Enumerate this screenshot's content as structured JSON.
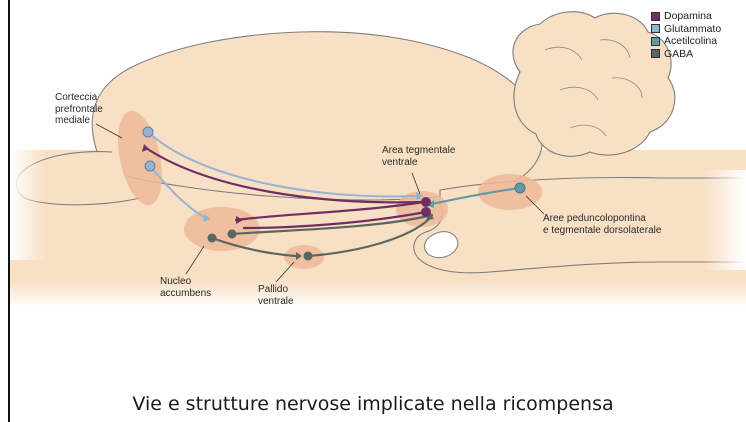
{
  "colors": {
    "background_tissue": "#f8e0c4",
    "region_highlight": "#eeb899",
    "brain_outline": "#7a7a7a",
    "dopamina": "#6f2f63",
    "glutammato": "#96b3d2",
    "acetilcolina": "#5f9ba6",
    "gaba": "#5a6662"
  },
  "legend": [
    {
      "label": "Dopamina",
      "color": "#6f2f63",
      "icon": "square-swatch"
    },
    {
      "label": "Glutammato",
      "color": "#96b3d2",
      "icon": "square-swatch"
    },
    {
      "label": "Acetilcolina",
      "color": "#5f9ba6",
      "icon": "square-swatch"
    },
    {
      "label": "GABA",
      "color": "#5a6662",
      "icon": "square-swatch"
    }
  ],
  "labels": {
    "prefrontal": "Corteccia\nprefrontale\nmediale",
    "vta": "Area tegmentale\nventrale",
    "ppn": "Aree peduncolopontina\ne tegmentale dorsolaterale",
    "nacc": "Nucleo\naccumbens",
    "pallidum": "Pallido\nventrale"
  },
  "caption": "Vie e strutture nervose implicate nella ricompensa"
}
